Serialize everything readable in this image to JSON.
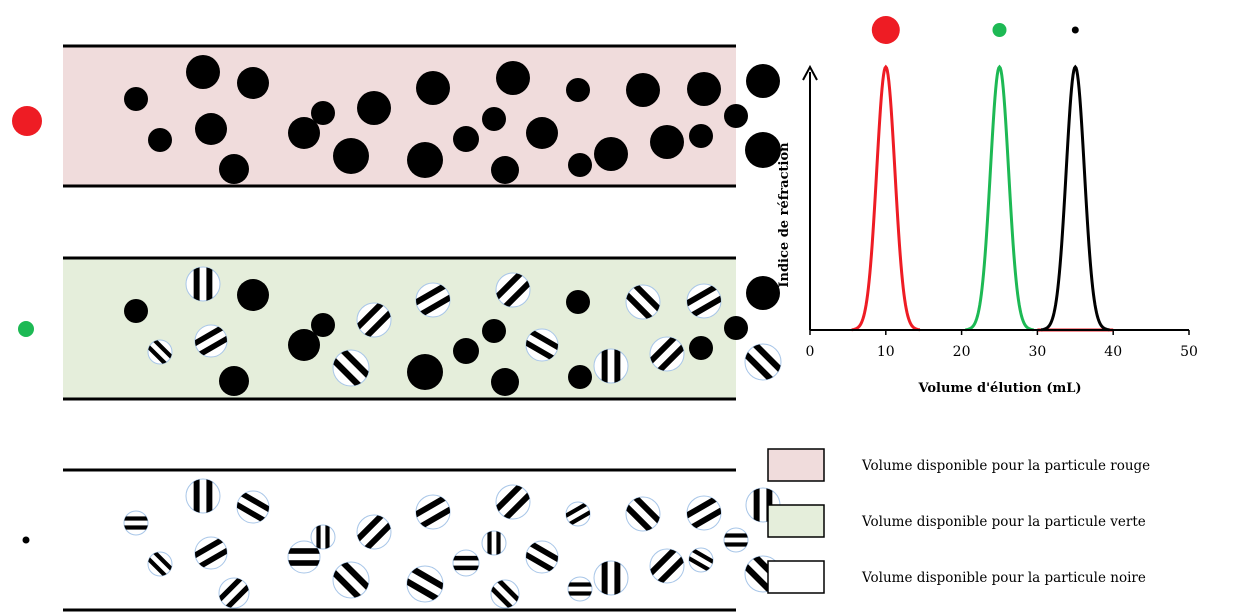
{
  "colors": {
    "red": "#ee1c24",
    "green": "#1db954",
    "black": "#000000",
    "pink_fill": "#f0dcdc",
    "green_fill": "#e5eedb",
    "white_fill": "#ffffff"
  },
  "columns": [
    {
      "particle": "red",
      "bead_style": "solid-black",
      "fill": "pink_fill"
    },
    {
      "particle": "green",
      "bead_style": "mixed-black-and-striped",
      "fill": "green_fill"
    },
    {
      "particle": "black",
      "bead_style": "striped",
      "fill": "white_fill"
    }
  ],
  "chart_data": {
    "type": "line",
    "xlabel": "Volume d'élution (mL)",
    "ylabel": "Indice de réfraction",
    "xlim": [
      0,
      50
    ],
    "x_ticks": [
      "0",
      "10",
      "20",
      "30",
      "40",
      "50"
    ],
    "series": [
      {
        "color": "#ee1c24",
        "peak_x": 10,
        "sigma": 1.2,
        "marker": "large-dot"
      },
      {
        "color": "#1db954",
        "peak_x": 25,
        "sigma": 1.2,
        "marker": "medium-dot"
      },
      {
        "color": "#000000",
        "peak_x": 35,
        "sigma": 1.2,
        "marker": "small-dot"
      }
    ],
    "baseline_red_range": [
      30,
      40
    ]
  },
  "legend": [
    {
      "fill": "pink_fill",
      "text": "Volume disponible pour la particule rouge"
    },
    {
      "fill": "green_fill",
      "text": "Volume disponible pour la particule verte"
    },
    {
      "fill": "white_fill",
      "text": "Volume disponible pour la particule noire"
    }
  ]
}
